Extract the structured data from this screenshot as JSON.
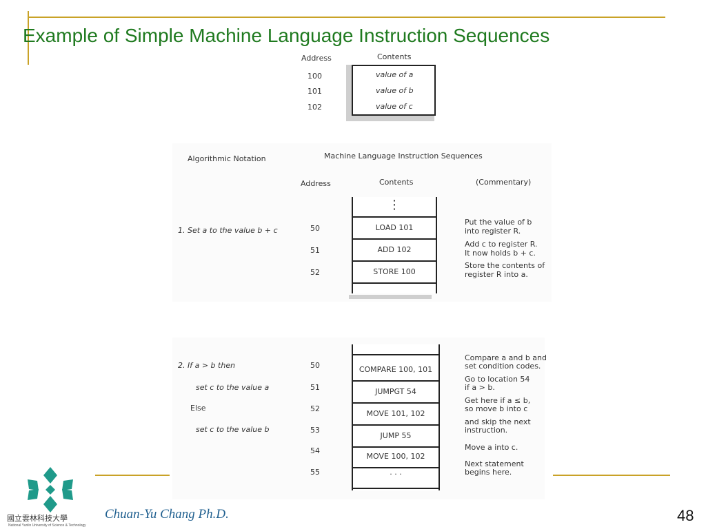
{
  "slide": {
    "title": "Example of Simple Machine Language Instruction Sequences",
    "author": "Chuan-Yu Chang Ph.D.",
    "page_number": "48",
    "logo": {
      "text": "國立雲林科技大學",
      "subtext": "National Yunlin University of Science & Technology"
    }
  },
  "memory_table": {
    "headers": {
      "address": "Address",
      "contents": "Contents"
    },
    "rows": [
      {
        "address": "100",
        "contents": "value of a"
      },
      {
        "address": "101",
        "contents": "value of b"
      },
      {
        "address": "102",
        "contents": "value of c"
      }
    ]
  },
  "example1": {
    "headers": {
      "algorithmic": "Algorithmic Notation",
      "machine": "Machine Language Instruction Sequences",
      "address": "Address",
      "contents": "Contents",
      "commentary": "(Commentary)"
    },
    "algorithm": "1.  Set a to the value b + c",
    "ellipsis": "⋮",
    "rows": [
      {
        "address": "50",
        "contents": "LOAD 101",
        "comment": [
          "Put the value of b",
          "into register R."
        ]
      },
      {
        "address": "51",
        "contents": "ADD 102",
        "comment": [
          "Add c to register R.",
          "It now holds b + c."
        ]
      },
      {
        "address": "52",
        "contents": "STORE 100",
        "comment": [
          "Store the contents of",
          "register R into a."
        ]
      }
    ]
  },
  "example2": {
    "algorithm": [
      "2.  If a > b then",
      "set c to the value a",
      "Else",
      "set c to the value b"
    ],
    "rows": [
      {
        "address": "50",
        "contents": "COMPARE 100, 101",
        "comment": [
          "Compare a and b and",
          "set condition codes."
        ]
      },
      {
        "address": "51",
        "contents": "JUMPGT 54",
        "comment": [
          "Go to location 54",
          "if a > b."
        ]
      },
      {
        "address": "52",
        "contents": "MOVE 101, 102",
        "comment": [
          "Get here if a ≤ b,",
          "so move b into c"
        ]
      },
      {
        "address": "53",
        "contents": "JUMP 55",
        "comment": [
          "and skip the next",
          "instruction."
        ]
      },
      {
        "address": "54",
        "contents": "MOVE 100, 102",
        "comment": [
          "Move a into c."
        ]
      },
      {
        "address": "55",
        "contents": "· · ·",
        "comment": [
          "Next statement",
          "begins here."
        ]
      }
    ]
  },
  "colors": {
    "title": "#1f7a1f",
    "accent_line": "#c9a227",
    "author": "#1f5f8f"
  }
}
